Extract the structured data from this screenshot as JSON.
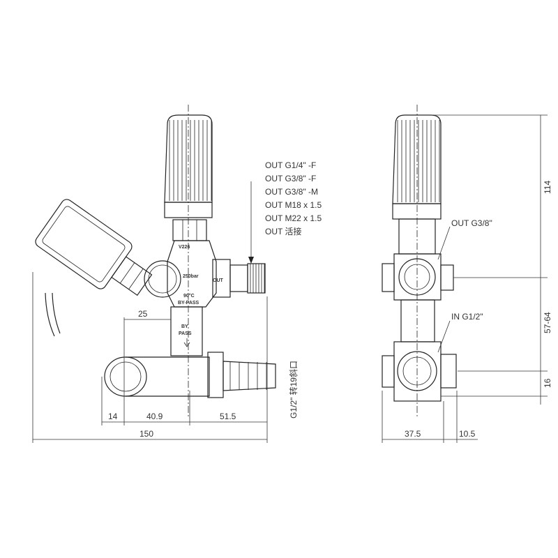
{
  "left_view": {
    "out_labels": [
      "OUT  G1/4\" -F",
      "OUT  G3/8\" -F",
      "OUT  G3/8\" -M",
      "OUT  M18 x 1.5",
      "OUT  M22 x 1.5",
      "OUT  活接"
    ],
    "body_marks": {
      "model": "V226",
      "pressure": "250bar",
      "out": "OUT",
      "temp": "90°C",
      "bypass_mark": "BY-PASS",
      "bypass_by": "BY",
      "bypass_pass": "PASS"
    },
    "dims": {
      "d25": "25",
      "d14": "14",
      "d40_9": "40.9",
      "d51_5": "51.5",
      "d150": "150",
      "inlet_note": "G1/2\" 转19斜口"
    }
  },
  "right_view": {
    "out_label": "OUT  G3/8\"",
    "in_label": "IN  G1/2\"",
    "dims": {
      "d114": "114",
      "d57_64": "57-64",
      "d16": "16",
      "d37_5": "37.5",
      "d10_5": "10.5"
    }
  }
}
